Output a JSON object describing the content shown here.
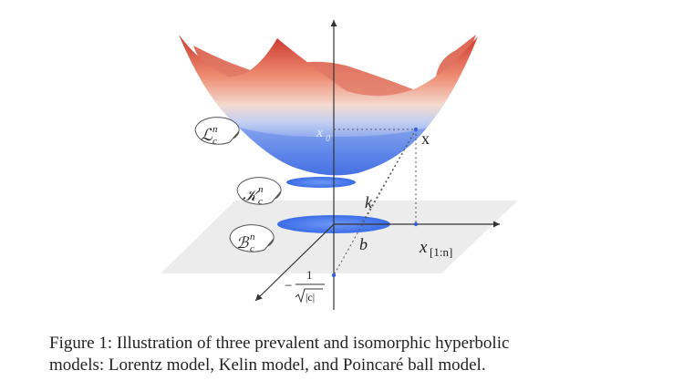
{
  "figure": {
    "caption_line1": "Figure 1: Illustration of three prevalent and isomorphic hyperbolic",
    "caption_line2": "models: Lorentz model, Kelin model, and Poincaré ball model.",
    "bubbles": {
      "lorentz": {
        "main": "ℒ",
        "sup": "n",
        "sub": "c"
      },
      "klein": {
        "main": "𝒦",
        "sup": "n",
        "sub": "c"
      },
      "poincare": {
        "main": "ℬ",
        "sup": "n",
        "sub": "c"
      }
    },
    "point_labels": {
      "x0": "x",
      "x0_sub": "0",
      "x": "x",
      "k": "k",
      "b": "b",
      "x1n": "x",
      "x1n_sub": "[1:n]",
      "neg_frac_num": "1",
      "neg_frac_sign": "−",
      "neg_frac_den": "|c|"
    },
    "colors": {
      "surface_top": "#c9362c",
      "surface_mid": "#f2c4b0",
      "surface_bottom": "#2f5fe0",
      "disk": "#4a7ff0",
      "plane": "#eeeeee",
      "axis": "#333333"
    }
  }
}
